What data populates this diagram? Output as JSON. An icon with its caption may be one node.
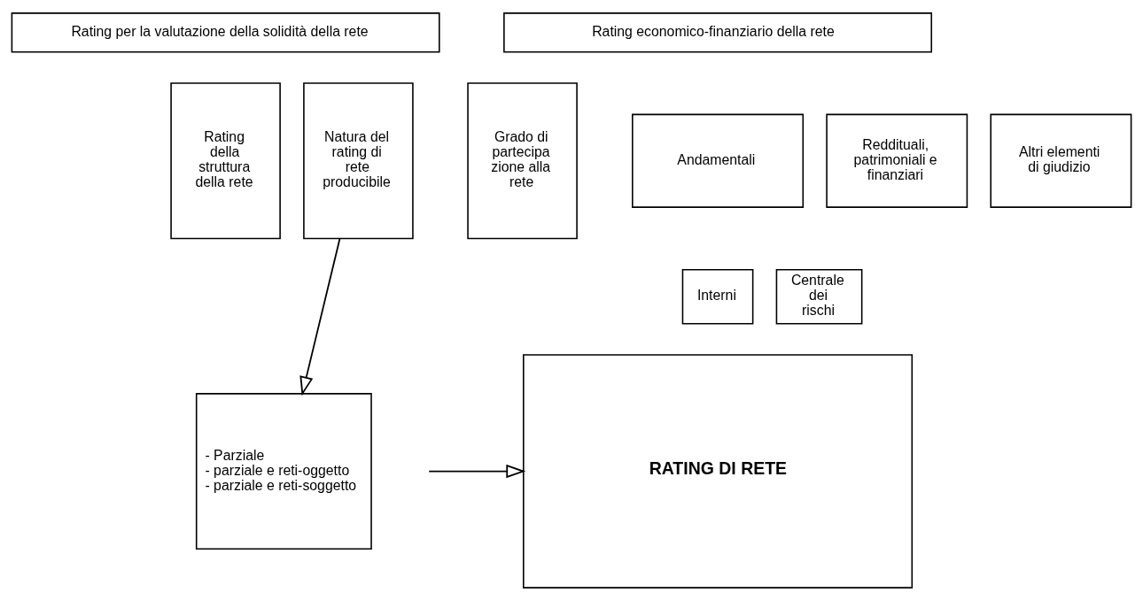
{
  "diagram": {
    "nodes": [
      {
        "text": [
          "Rating per la valutazione della solidità della rete"
        ]
      },
      {
        "text": [
          "Rating della struttura della rete"
        ]
      },
      {
        "text": [
          "Natura del rating di rete producibile"
        ]
      },
      {
        "text": [
          "Grado di partecipa zione alla rete"
        ]
      },
      {
        "text": [
          "- Parziale",
          "- parziale e reti-oggetto",
          "- parziale e reti-soggetto"
        ]
      },
      {
        "text": [
          "Rating economico-finanziario della rete"
        ]
      },
      {
        "text": [
          "Andamentali"
        ]
      },
      {
        "text": [
          "Reddituali, patrimoniali e finanziari"
        ]
      },
      {
        "text": [
          "Altri elementi di giudizio"
        ]
      },
      {
        "text": [
          "Interni"
        ]
      },
      {
        "text": [
          "Centrale dei rischi"
        ]
      },
      {
        "text": [
          "RATING DI RETE"
        ]
      }
    ],
    "edges": [
      {
        "from": 2,
        "to": 4,
        "arrow": "to"
      },
      {
        "from": null,
        "to": 11,
        "arrow": "to"
      }
    ]
  }
}
